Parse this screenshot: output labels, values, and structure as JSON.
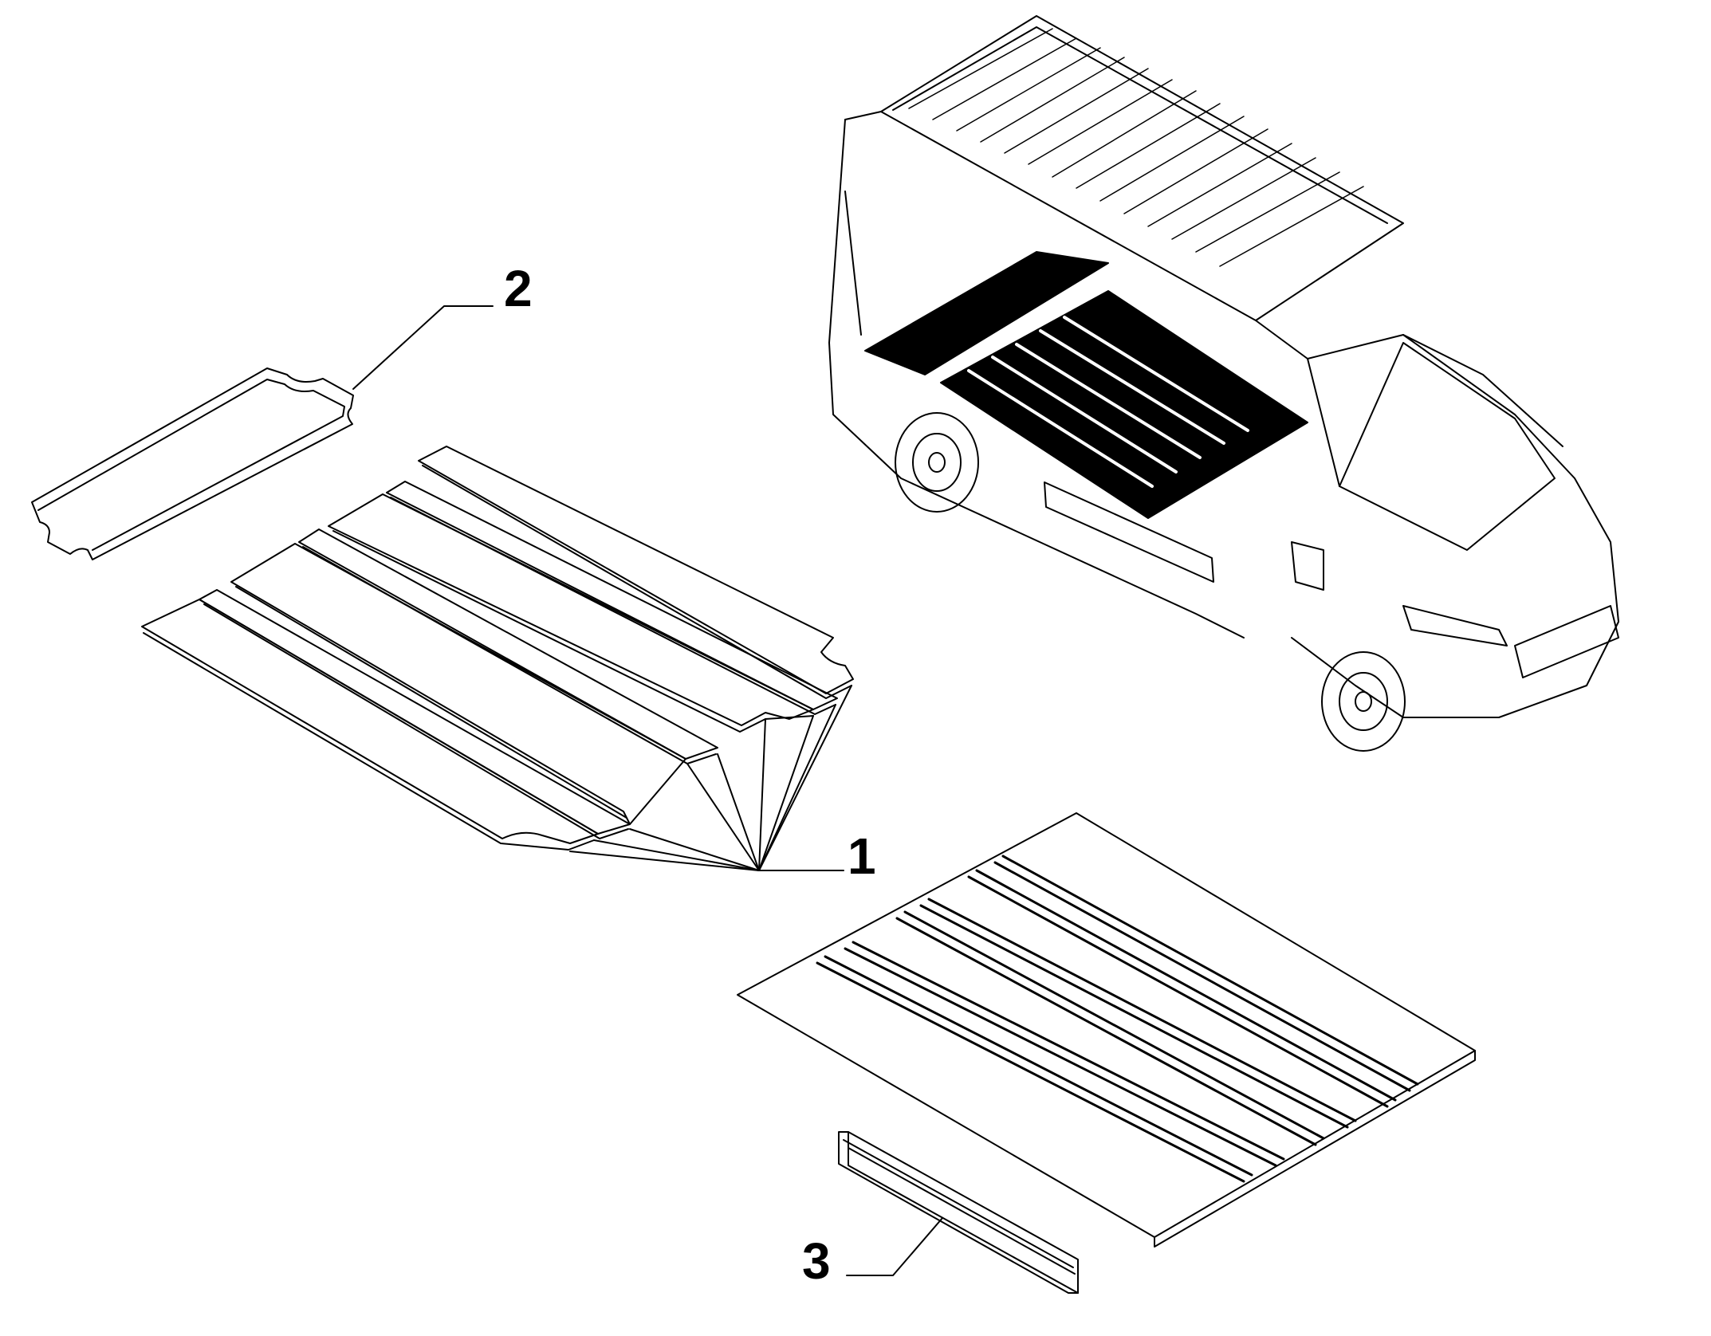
{
  "diagram": {
    "callouts": [
      {
        "id": "1",
        "text": "1",
        "part": "floor-strips"
      },
      {
        "id": "2",
        "text": "2",
        "part": "rear-floor-panel"
      },
      {
        "id": "3",
        "text": "3",
        "part": "sill-trim-strip"
      }
    ],
    "colors": {
      "line": "#000000",
      "fill": "#ffffff",
      "highlight": "#000000"
    },
    "icons": [
      "van-illustration"
    ]
  }
}
